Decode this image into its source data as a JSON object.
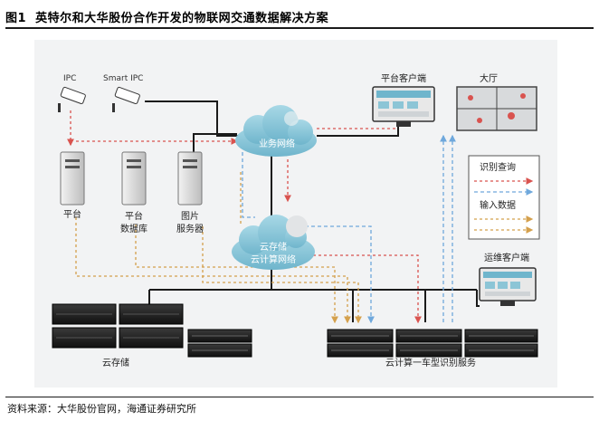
{
  "header": {
    "figure_label": "图1",
    "title": "英特尔和大华股份合作开发的物联网交通数据解决方案"
  },
  "footer": {
    "source": "资料来源：大华股份官网，海通证券研究所"
  },
  "diagram": {
    "cameras": {
      "ipc": "IPC",
      "smart_ipc": "Smart IPC"
    },
    "clouds": {
      "business_network": "业务网络",
      "cloud_storage_line1": "云存储",
      "cloud_storage_line2": "云计算网络"
    },
    "servers": {
      "platform": "平台",
      "platform_db_line1": "平台",
      "platform_db_line2": "数据库",
      "image_server_line1": "图片",
      "image_server_line2": "服务器"
    },
    "clients": {
      "platform_client": "平台客户端",
      "hall": "大厅",
      "ops_client": "运维客户端"
    },
    "legend": {
      "query": "识别查询",
      "input": "输入数据"
    },
    "bottom": {
      "cloud_storage": "云存储",
      "cloud_compute_service": "云计算一车型识别服务"
    }
  },
  "colors": {
    "red_flow": "#d9534f",
    "blue_flow": "#6fa8dc",
    "orange_flow": "#d4a04c",
    "cloud": "#8cc5d6",
    "accent": "#1a1a1a"
  }
}
